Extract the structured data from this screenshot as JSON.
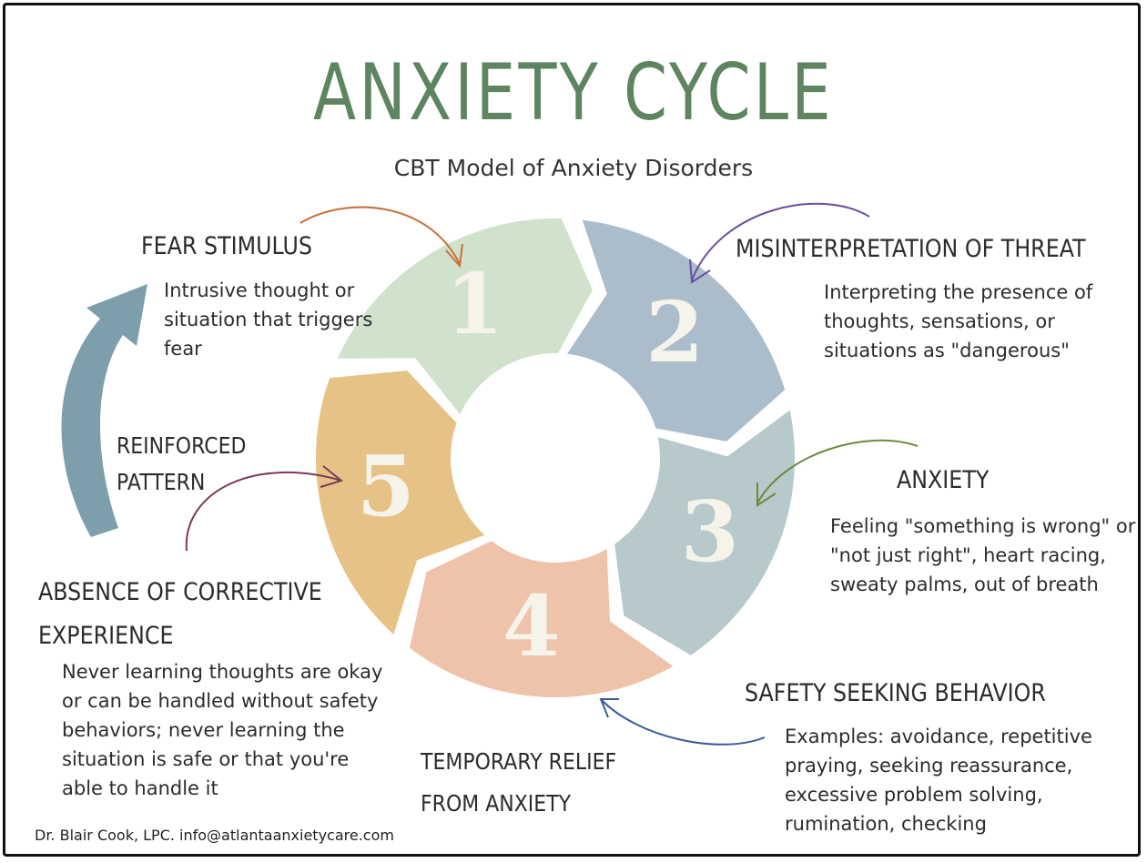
{
  "title": "ANXIETY CYCLE",
  "subtitle": "CBT Model of Anxiety Disorders",
  "steps": [
    {
      "number": "1",
      "heading": "FEAR STIMULUS",
      "description": "Intrusive thought or situation that triggers fear",
      "color": "#d0e2cc",
      "arrow_color": "#c8703a"
    },
    {
      "number": "2",
      "heading": "MISINTERPRETATION OF THREAT",
      "description": "Interpreting the presence of thoughts, sensations, or situations as \"dangerous\"",
      "color": "#abbdcb",
      "arrow_color": "#6a4ea0"
    },
    {
      "number": "3",
      "heading": "ANXIETY",
      "description": "Feeling \"something is wrong\" or \"not just right\", heart racing, sweaty palms, out of breath",
      "color": "#b7c9ca",
      "arrow_color": "#6f8a3c"
    },
    {
      "number": "4",
      "heading": "SAFETY SEEKING BEHAVIOR",
      "description": "Examples: avoidance, repetitive praying, seeking reassurance, excessive problem solving, rumination, checking",
      "color": "#efc3aa",
      "arrow_color": "#3b5a9a"
    },
    {
      "number": "5",
      "heading": "ABSENCE OF CORRECTIVE EXPERIENCE",
      "description": "Never learning thoughts are okay or can be handled without safety behaviors; never learning the situation is safe or that you're able to handle it",
      "color": "#e6c286",
      "arrow_color": "#7a3a5a"
    }
  ],
  "temporary_relief": "TEMPORARY RELIEF FROM ANXIETY",
  "reinforced_pattern": "REINFORCED PATTERN",
  "big_arrow_color": "#7c9fab",
  "title_color": "#5e8460",
  "footer": "Dr. Blair Cook, LPC. info@atlantaanxietycare.com"
}
